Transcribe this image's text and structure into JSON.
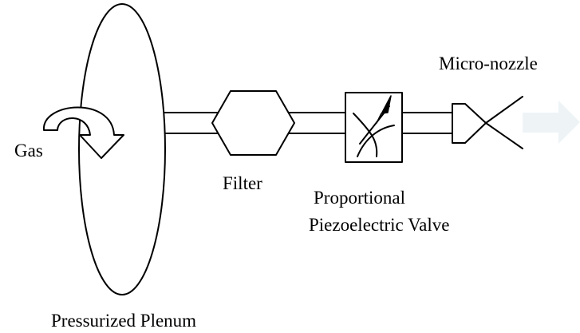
{
  "labels": {
    "gas": "Gas",
    "plenum": "Pressurized Plenum",
    "filter": "Filter",
    "valve_line1": "Proportional",
    "valve_line2": "Piezoelectric Valve",
    "nozzle": "Micro-nozzle"
  },
  "colors": {
    "line": "#000000",
    "background": "#ffffff",
    "flow_arrow": "#eef3f6"
  },
  "icons": {
    "gas_flow": "curved-arrow-icon",
    "valve_symbol": "variable-valve-icon",
    "exhaust": "outflow-arrow-icon"
  }
}
